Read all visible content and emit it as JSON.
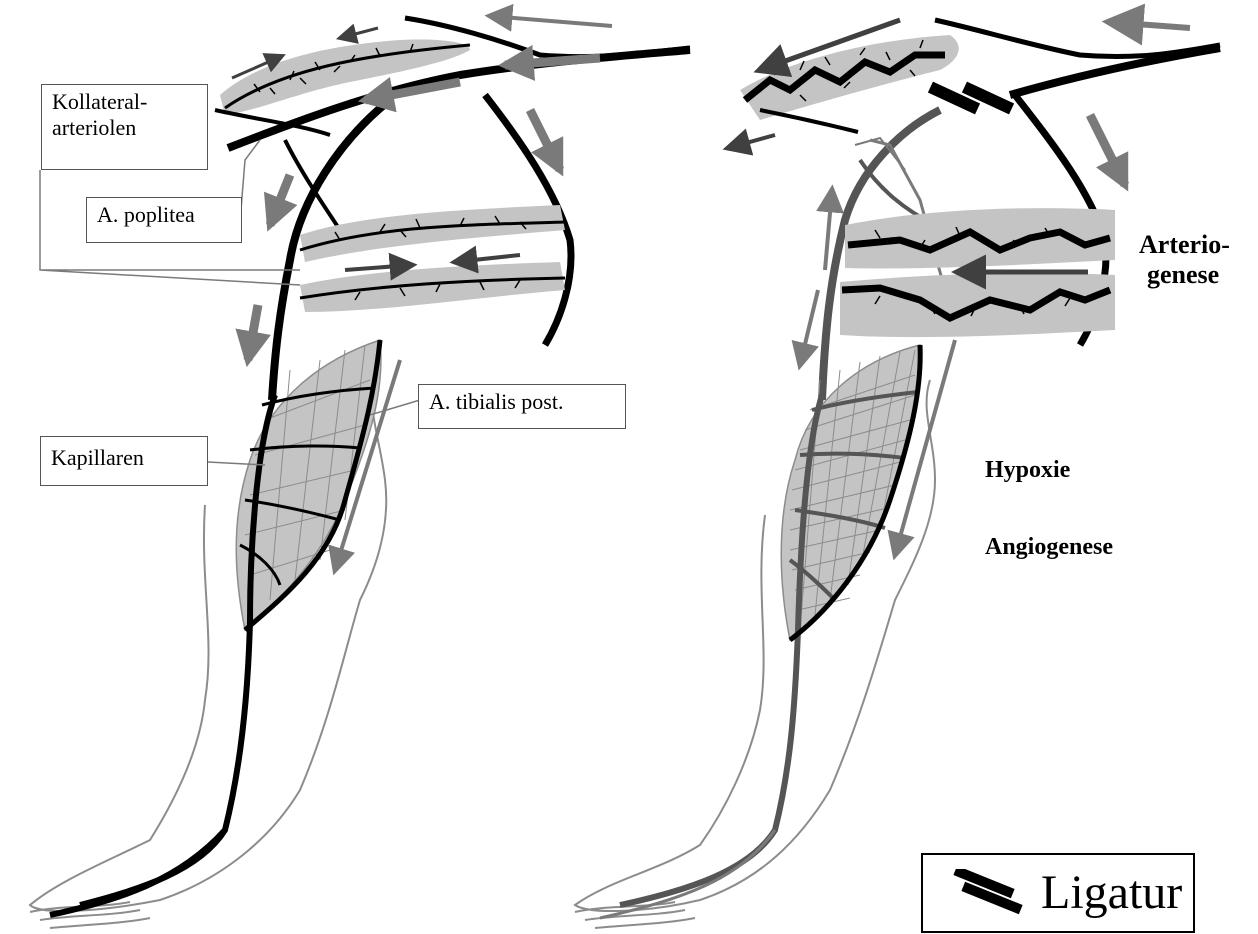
{
  "labels": {
    "kollateral_line1": "Kollateral-",
    "kollateral_line2": "arteriolen",
    "poplitea": "A. poplitea",
    "tibialis": "A. tibialis post.",
    "kapillaren": "Kapillaren",
    "arteriogenese_line1": "Arterio-",
    "arteriogenese_line2": "genese",
    "hypoxie": "Hypoxie",
    "angiogenese": "Angiogenese"
  },
  "legend": {
    "label": "Ligatur",
    "icon": "ligature-icon"
  },
  "colors": {
    "vessel": "#000000",
    "occluded_vessel": "#555555",
    "arrow_dark": "#404040",
    "arrow_mid": "#7a7a7a",
    "tissue_fill": "#c4c4c4",
    "outline": "#8c8c8c"
  }
}
